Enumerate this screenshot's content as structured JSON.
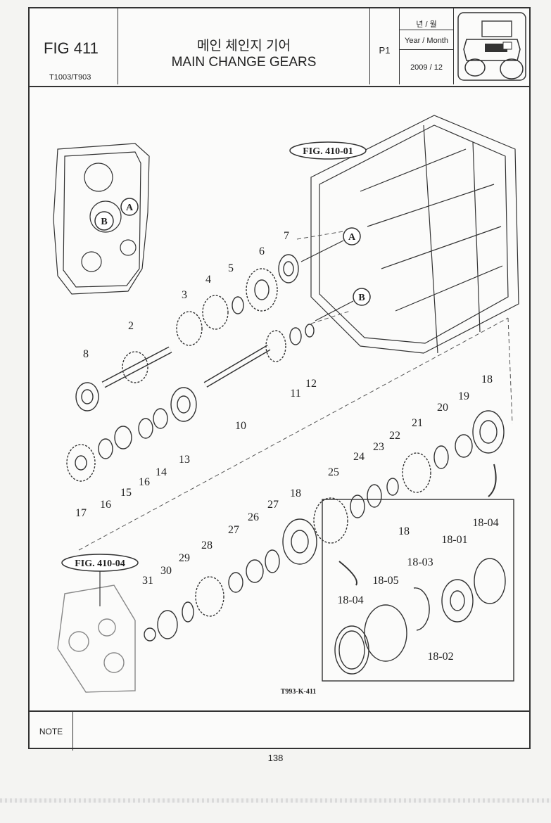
{
  "header": {
    "fig_label": "FIG 411",
    "model": "T1003/T903",
    "title_ko": "메인 체인지 기어",
    "title_en": "MAIN CHANGE GEARS",
    "page_code": "P1",
    "year_month_ko": "년 / 월",
    "year_month_en": "Year / Month",
    "date": "2009 / 12"
  },
  "diagram": {
    "fig_refs": [
      "FIG. 410-01",
      "FIG. 410-04"
    ],
    "markers": [
      "A",
      "B"
    ],
    "drawing_code": "T993-K-411",
    "part_numbers": [
      "2",
      "4",
      "5",
      "6",
      "7",
      "8",
      "3",
      "10",
      "11",
      "12",
      "13",
      "14",
      "15",
      "16",
      "16",
      "17",
      "18",
      "19",
      "20",
      "21",
      "22",
      "23",
      "24",
      "25",
      "26",
      "27",
      "27",
      "28",
      "29",
      "30",
      "31",
      "18",
      "18",
      "18-01",
      "18-02",
      "18-03",
      "18-04",
      "18-04",
      "18-05"
    ]
  },
  "footer": {
    "note_label": "NOTE",
    "page_number": "138"
  }
}
